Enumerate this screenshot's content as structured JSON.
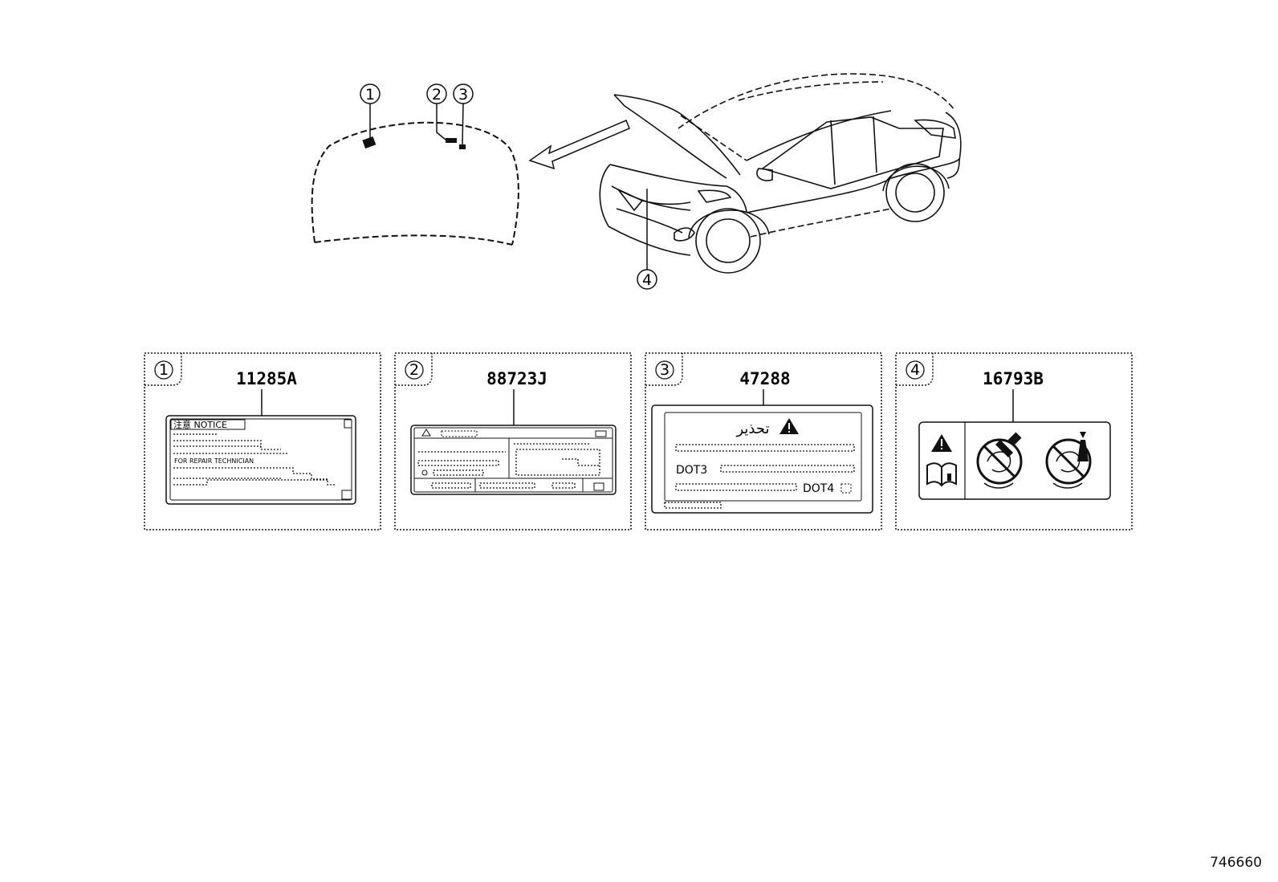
{
  "overview": {
    "callouts": [
      "1",
      "2",
      "3",
      "4"
    ]
  },
  "panels": [
    {
      "index": "1",
      "part_number": "11285A",
      "label_heading": "注意 NOTICE",
      "label_line2": "FOR REPAIR TECHNICIAN"
    },
    {
      "index": "2",
      "part_number": "88723J"
    },
    {
      "index": "3",
      "part_number": "47288",
      "warning_word": "تحذير",
      "dot3": "DOT3",
      "dot4": "DOT4"
    },
    {
      "index": "4",
      "part_number": "16793B"
    }
  ],
  "drawing_id": "746660",
  "icons": [
    "warning-triangle-icon",
    "manual-book-icon",
    "no-brush-icon",
    "no-spray-icon"
  ]
}
